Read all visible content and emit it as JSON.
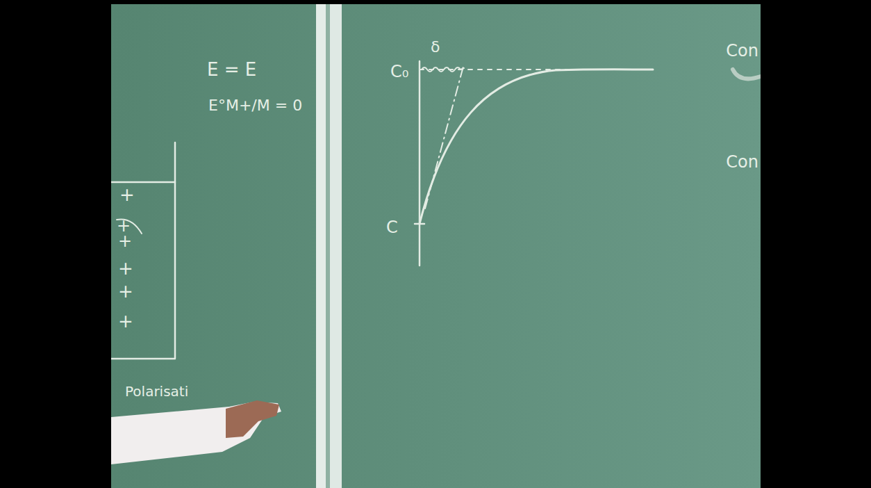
{
  "diagram": {
    "labels": [
      "E = E",
      "E°M+/M = 0",
      "+",
      "+",
      "+",
      "+",
      "+",
      "+",
      "Polarisati",
      "δ",
      "C₀",
      "C",
      "Con",
      "Con"
    ]
  }
}
